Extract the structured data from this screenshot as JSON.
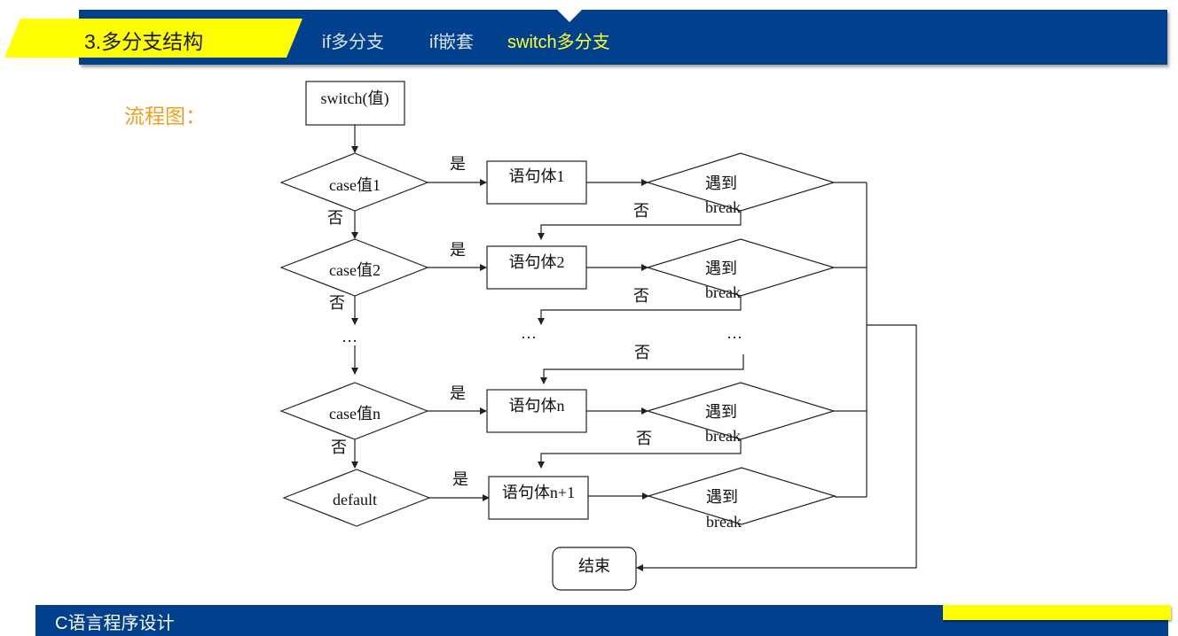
{
  "header": {
    "section_title": "3.多分支结构",
    "tabs": [
      {
        "label": "if多分支",
        "active": false
      },
      {
        "label": "if嵌套",
        "active": false
      },
      {
        "label": "switch多分支",
        "active": true
      }
    ]
  },
  "main": {
    "flow_label": "流程图：",
    "flowchart": {
      "start": "switch(值)",
      "cases": [
        {
          "condition": "case值1",
          "body": "语句体1",
          "break_check": "遇到break"
        },
        {
          "condition": "case值2",
          "body": "语句体2",
          "break_check": "遇到break"
        },
        {
          "condition": "case值n",
          "body": "语句体n",
          "break_check": "遇到break"
        },
        {
          "condition": "default",
          "body": "语句体n+1",
          "break_check": "遇到break"
        }
      ],
      "yes_label": "是",
      "no_label": "否",
      "ellipsis": "…",
      "end": "结束"
    }
  },
  "footer": {
    "course_title": "C语言程序设计"
  },
  "colors": {
    "brand_blue": "#00408c",
    "accent_yellow": "#ffff00",
    "flow_label_orange": "#f0a020",
    "active_tab": "#ffff33"
  }
}
